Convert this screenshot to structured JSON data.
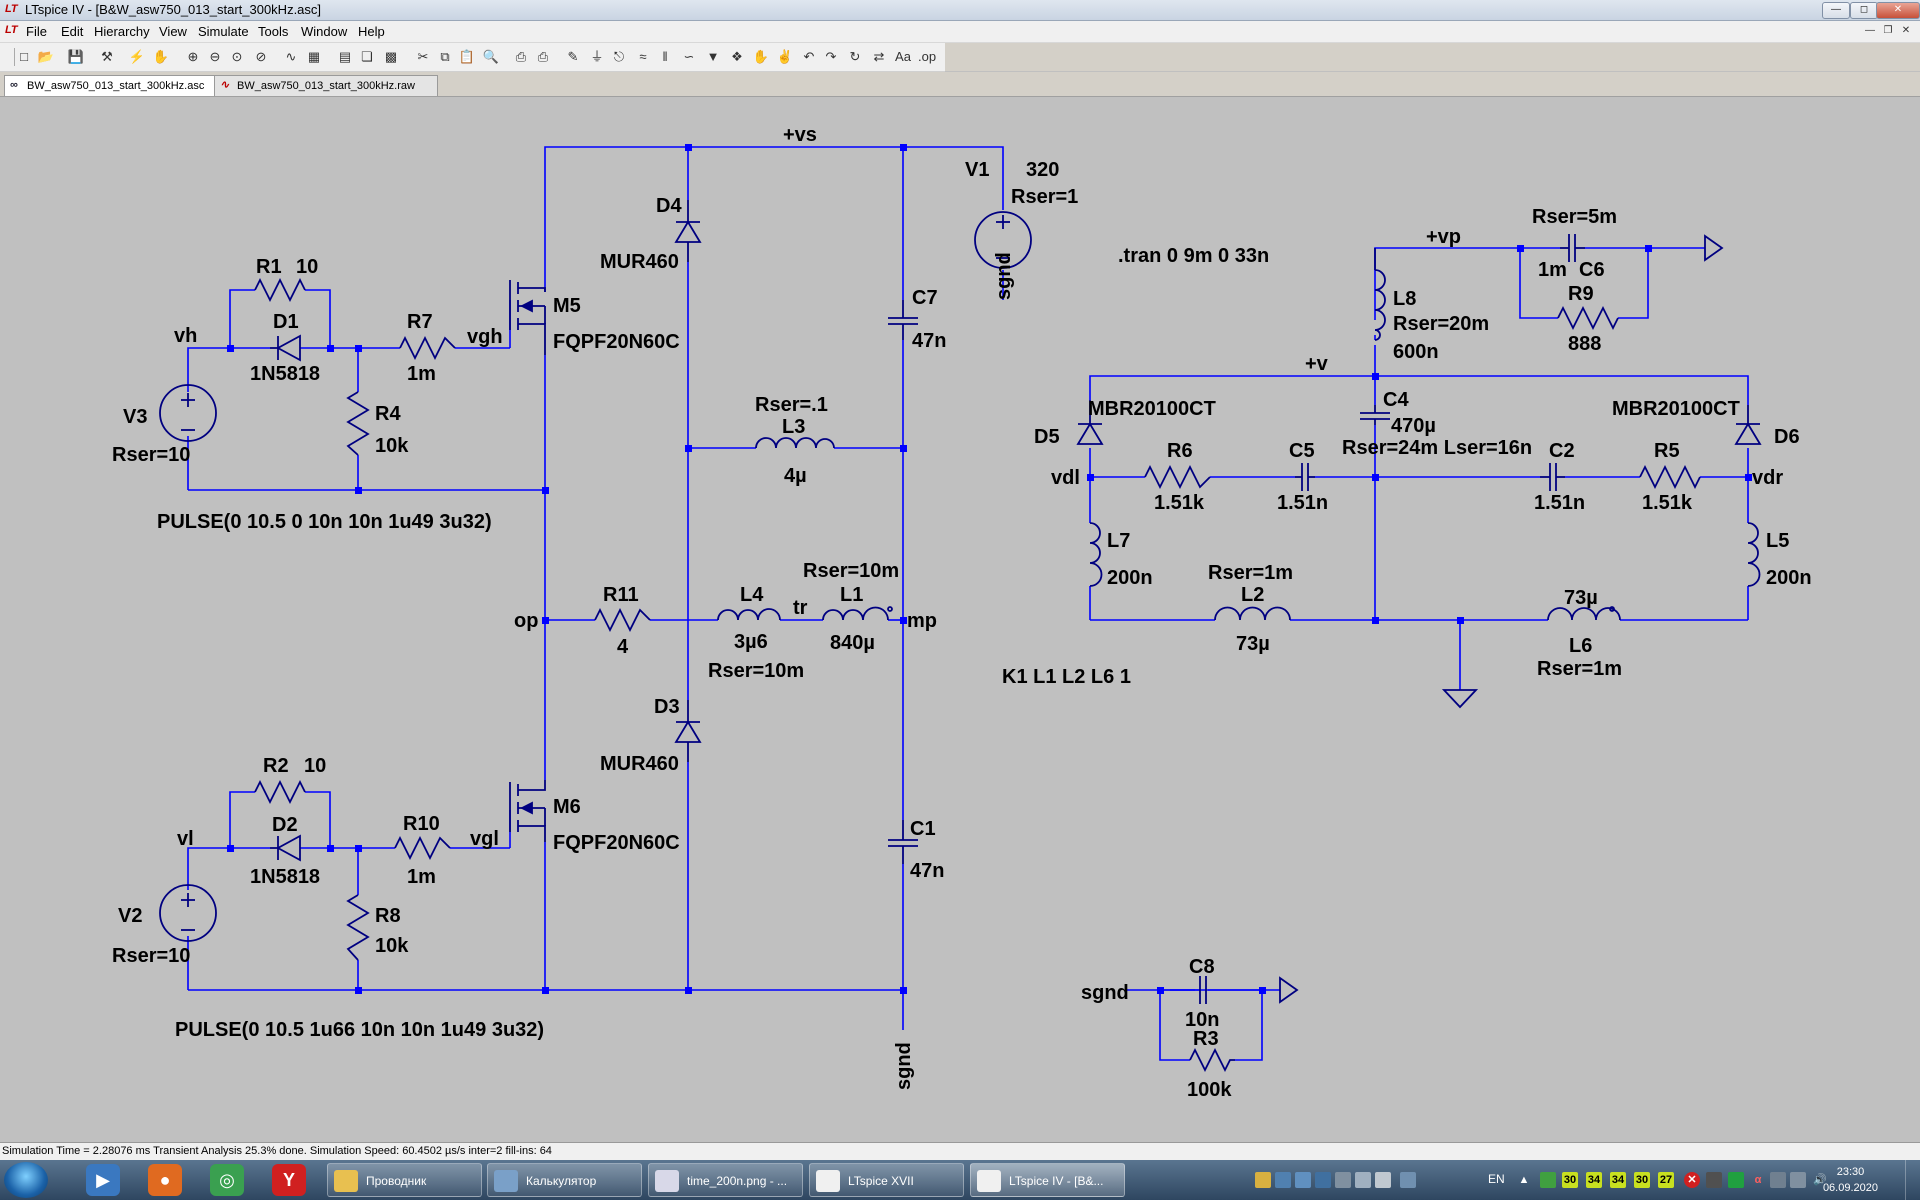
{
  "window": {
    "title": "LTspice IV - [B&W_asw750_013_start_300kHz.asc]",
    "app_icon": "ltspice-icon",
    "buttons": [
      "minimize",
      "maximize",
      "close"
    ]
  },
  "menubar": {
    "items": [
      "File",
      "Edit",
      "Hierarchy",
      "View",
      "Simulate",
      "Tools",
      "Window",
      "Help"
    ]
  },
  "tabs": [
    {
      "label": "BW_asw750_013_start_300kHz.asc",
      "icon": "schematic-icon",
      "active": true
    },
    {
      "label": "BW_asw750_013_start_300kHz.raw",
      "icon": "waveform-icon",
      "active": false
    }
  ],
  "schematic": {
    "nets": {
      "vs": "+vs",
      "vp": "+vp",
      "v": "+v",
      "vh": "vh",
      "vgh": "vgh",
      "vl": "vl",
      "vgl": "vgl",
      "op": "op",
      "tr": "tr",
      "mp": "mp",
      "vdl": "vdl",
      "vdr": "vdr",
      "sgnd1": "sgnd",
      "sgnd2": "sgnd",
      "sgnd3": "sgnd"
    },
    "parts": {
      "V1": {
        "name": "V1",
        "value": "320",
        "extra": "Rser=1"
      },
      "V2": {
        "name": "V2",
        "extra": "Rser=10",
        "source": "PULSE(0 10.5 1u66 10n 10n 1u49 3u32)"
      },
      "V3": {
        "name": "V3",
        "extra": "Rser=10",
        "source": "PULSE(0 10.5 0 10n 10n 1u49 3u32)"
      },
      "R1": {
        "name": "R1",
        "value": "10"
      },
      "R2": {
        "name": "R2",
        "value": "10"
      },
      "R3": {
        "name": "R3",
        "value": "100k"
      },
      "R4": {
        "name": "R4",
        "value": "10k"
      },
      "R5": {
        "name": "R5",
        "value": "1.51k"
      },
      "R6": {
        "name": "R6",
        "value": "1.51k"
      },
      "R7": {
        "name": "R7",
        "value": "1m"
      },
      "R8": {
        "name": "R8",
        "value": "10k"
      },
      "R9": {
        "name": "R9",
        "value": "888"
      },
      "R10": {
        "name": "R10",
        "value": "1m"
      },
      "R11": {
        "name": "R11",
        "value": "4"
      },
      "D1": {
        "name": "D1",
        "value": "1N5818"
      },
      "D2": {
        "name": "D2",
        "value": "1N5818"
      },
      "D3": {
        "name": "D3",
        "value": "MUR460"
      },
      "D4": {
        "name": "D4",
        "value": "MUR460"
      },
      "D5": {
        "name": "D5",
        "value": "MBR20100CT"
      },
      "D6": {
        "name": "D6",
        "value": "MBR20100CT"
      },
      "M5": {
        "name": "M5",
        "value": "FQPF20N60C"
      },
      "M6": {
        "name": "M6",
        "value": "FQPF20N60C"
      },
      "C1": {
        "name": "C1",
        "value": "47n"
      },
      "C2": {
        "name": "C2",
        "value": "1.51n"
      },
      "C4": {
        "name": "C4",
        "value": "470µ",
        "extra": "Rser=24m Lser=16n"
      },
      "C5": {
        "name": "C5",
        "value": "1.51n"
      },
      "C6": {
        "name": "C6",
        "value": "1m",
        "extra": "Rser=5m"
      },
      "C7": {
        "name": "C7",
        "value": "47n"
      },
      "C8": {
        "name": "C8",
        "value": "10n"
      },
      "L1": {
        "name": "L1",
        "value": "840µ",
        "extra": "Rser=10m"
      },
      "L2": {
        "name": "L2",
        "value": "73µ",
        "extra": "Rser=1m"
      },
      "L3": {
        "name": "L3",
        "value": "4µ",
        "extra": "Rser=.1"
      },
      "L4": {
        "name": "L4",
        "value": "3µ6",
        "extra": "Rser=10m"
      },
      "L5": {
        "name": "L5",
        "value": "200n"
      },
      "L6": {
        "name": "L6",
        "value": "73µ",
        "extra": "Rser=1m"
      },
      "L7": {
        "name": "L7",
        "value": "200n"
      },
      "L8": {
        "name": "L8",
        "value": "600n",
        "extra": "Rser=20m"
      }
    },
    "directives": {
      "tran": ".tran 0 9m 0 33n",
      "coupling": "K1 L1 L2 L6 1"
    }
  },
  "statusbar": {
    "text": "Simulation Time = 2.28076 ms  Transient Analysis 25.3% done. Simulation Speed: 60.4502 µs/s inter=2 fill-ins: 64"
  },
  "taskbar": {
    "items": [
      {
        "label": "Проводник",
        "icon": "folder-icon",
        "color": "#e8c050"
      },
      {
        "label": "Калькулятор",
        "icon": "calculator-icon",
        "color": "#7aa0c8"
      },
      {
        "label": "time_200n.png - ...",
        "icon": "paint-icon",
        "color": "#d8d8e8"
      },
      {
        "label": "LTspice XVII",
        "icon": "ltspice-icon",
        "color": "#f0f0f0"
      },
      {
        "label": "LTspice IV - [B&...",
        "icon": "ltspice-icon",
        "color": "#f0f0f0"
      }
    ],
    "tray": {
      "lang": "EN",
      "numbers": [
        "30",
        "34",
        "34",
        "30",
        "27"
      ],
      "time": "23:30",
      "date": "06.09.2020"
    }
  },
  "colors": {
    "wire": "#0000ff",
    "part": "#000080",
    "background": "#c0c0c0"
  }
}
